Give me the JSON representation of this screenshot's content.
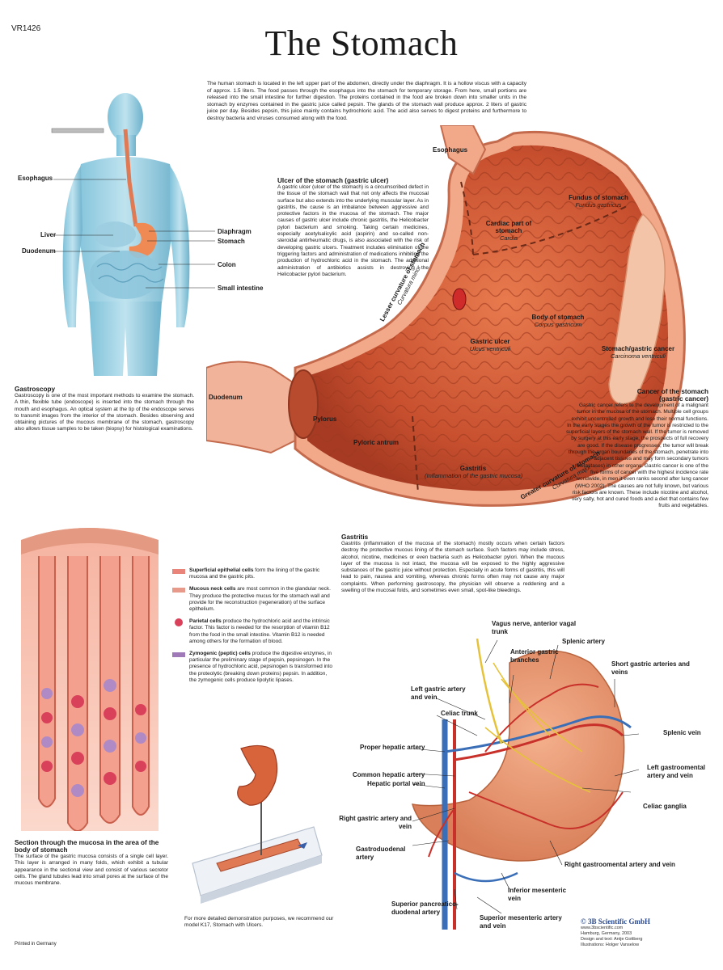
{
  "header": {
    "code": "VR1426",
    "title": "The Stomach",
    "intro": "The human stomach is located in the left upper part of the abdomen, directly under the diaphragm. It is a hollow viscus with a capacity of approx. 1.5 liters. The food passes through the esophagus into the stomach for temporary storage. From here, small portions are released into the small intestine for further digestion. The proteins contained in the food are broken down into smaller units in the stomach by enzymes contained in the gastric juice called pepsin. The glands of the stomach wall produce approx. 2 liters of gastric juice per day. Besides pepsin, this juice mainly contains hydrochloric acid. The acid also serves to digest proteins and furthermore to destroy bacteria and viruses consumed along with the food."
  },
  "body_figure": {
    "labels": {
      "esophagus": "Esophagus",
      "liver": "Liver",
      "duodenum": "Duodenum",
      "diaphragm": "Diaphragm",
      "stomach": "Stomach",
      "colon": "Colon",
      "small_intestine": "Small intestine"
    }
  },
  "gastroscopy": {
    "heading": "Gastroscopy",
    "text": "Gastroscopy is one of the most important methods to examine the stomach. A thin, flexible tube (endoscope) is inserted into the stomach through the mouth and esophagus. An optical system at the tip of the endoscope serves to transmit images from the interior of the stomach. Besides observing and obtaining pictures of the mucous membrane of the stomach, gastroscopy also allows tissue samples to be taken (biopsy) for histological examinations."
  },
  "ulcer": {
    "heading": "Ulcer of the stomach (gastric ulcer)",
    "text": "A gastric ulcer (ulcer of the stomach) is a circumscribed defect in the tissue of the stomach wall that not only affects the mucosal surface but also extends into the underlying muscular layer. As in gastritis, the cause is an imbalance between aggressive and protective factors in the mucosa of the stomach. The major causes of gastric ulcer include chronic gastritis, the Helicobacter pylori bacterium and smoking. Taking certain medicines, especially acetylsalicylic acid (aspirin) and so-called non-steroidal antirheumatic drugs, is also associated with the risk of developing gastric ulcers. Treatment includes elimination of the triggering factors and administration of medications inhibiting the production of hydrochloric acid in the stomach. The additional administration of antibiotics assists in destroying the Helicobacter pylori bacterium."
  },
  "main_stomach": {
    "esophagus": "Esophagus",
    "fundus": "Fundus of stomach",
    "fundus_lat": "Fundus gastricus",
    "cardiac": "Cardiac part of stomach",
    "cardiac_lat": "Cardia",
    "lesser_curv": "Lesser curvature of stomach",
    "lesser_curv_lat": "Curvatura minor",
    "body": "Body of stomach",
    "body_lat": "Corpus gastricum",
    "ulcer": "Gastric ulcer",
    "ulcer_lat": "Ulcus ventriculi",
    "cancer": "Stomach/gastric cancer",
    "cancer_lat": "Carcinoma ventriculi",
    "duodenum": "Duodenum",
    "pylorus": "Pylorus",
    "antrum": "Pyloric antrum",
    "gastritis": "Gastritis",
    "gastritis_lat": "(Inflammation of the gastric mucosa)",
    "greater_curv": "Greater curvature of stomach",
    "greater_curv_lat": "Curvatura major"
  },
  "cancer": {
    "heading": "Cancer of the stomach (gastric cancer)",
    "text": "Gastric cancer refers to the development of a malignant tumor in the mucosa of the stomach. Multiple cell groups exhibit uncontrolled growth and lose their normal functions. In the early stages the growth of the tumor is restricted to the superficial layers of the stomach wall. If the tumor is removed by surgery at this early stage, the prospects of full recovery are good. If the disease progresses, the tumor will break through the organ boundaries of the stomach, penetrate into adjacent tissues and may form secondary tumors (metastases) in other organs. Gastric cancer is one of the five forms of cancer with the highest incidence rate worldwide, in men it even ranks second after lung cancer (WHO 2002). The causes are not fully known, but various risk factors are known. These include nicotine and alcohol, very salty, hot and cured foods and a diet that contains few fruits and vegetables."
  },
  "gastritis": {
    "heading": "Gastritis",
    "text": "Gastritis (inflammation of the mucosa of the stomach) mostly occurs when certain factors destroy the protective mucous lining of the stomach surface. Such factors may include stress, alcohol, nicotine, medicines or even bacteria such as Helicobacter pylori. When the mucous layer of the mucosa is not intact, the mucosa will be exposed to the highly aggressive substances of the gastric juice without protection. Especially in acute forms of gastritis, this will lead to pain, nausea and vomiting, whereas chronic forms often may not cause any major complaints. When performing gastroscopy, the physician will observe a reddening and a swelling of the mucosal folds, and sometimes even small, spot-like bleedings."
  },
  "cells": [
    {
      "name": "Superficial epithelial cells",
      "text": " form the lining of the gastric mucosa and the gastric pits.",
      "color": "#e8847a"
    },
    {
      "name": "Mucous neck cells",
      "text": " are most common in the glandular neck. They produce the protective mucus for the stomach wall and provide for the reconstruction (regeneration) of the surface epithelium.",
      "color": "#e89a8a"
    },
    {
      "name": "Parietal cells",
      "text": " produce the hydrochloric acid and the intrinsic factor. This factor is needed for the resorption of vitamin B12 from the food in the small intestine. Vitamin B12 is needed among others for the formation of blood.",
      "color": "#d9405a"
    },
    {
      "name": "Zymogenic (peptic) cells",
      "text": " produce the digestive enzymes, in particular the preliminary stage of pepsin, pepsinogen. In the presence of hydrochloric acid, pepsinogen is transformed into the proteolytic (breaking down proteins) pepsin. In addition, the zymogenic cells produce lipolytic lipases.",
      "color": "#a07ab8"
    }
  ],
  "mucosa": {
    "heading": "Section through the mucosa in the area of the body of stomach",
    "text": "The surface of the gastric mucosa consists of a single cell layer. This layer is arranged in many folds, which exhibit a tubular appearance in the sectional view and consist of various secretor cells. The gland tubules lead into small pores at the surface of the mucous membrane."
  },
  "model_note": "For more detailed demonstration purposes, we recommend our model K17, Stomach with Ulcers.",
  "printed": "Printed in Germany",
  "vessels": {
    "vagus": "Vagus nerve, anterior vagal trunk",
    "anterior_gastric": "Anterior gastric branches",
    "splenic_artery": "Splenic artery",
    "short_gastric": "Short gastric arteries and veins",
    "left_gastric": "Left gastric artery and vein",
    "celiac_trunk": "Celiac trunk",
    "splenic_vein": "Splenic vein",
    "proper_hepatic": "Proper hepatic artery",
    "common_hepatic": "Common hepatic artery",
    "hepatic_portal": "Hepatic portal vein",
    "left_gastroomental": "Left gastroomental artery and vein",
    "celiac_ganglia": "Celiac ganglia",
    "right_gastric": "Right gastric artery and vein",
    "gastroduodenal": "Gastroduodenal artery",
    "right_gastroomental": "Right gastroomental artery and vein",
    "inferior_mesenteric": "Inferior mesenteric vein",
    "sup_pancreatico": "Superior pancreatico-duodenal artery",
    "sup_mesenteric": "Superior mesenteric artery and vein"
  },
  "publisher": {
    "logo": "© 3B Scientific GmbH",
    "url": "www.3bscientific.com",
    "place": "Hamburg, Germany, 2003",
    "design": "Design and text: Antje Gottberg",
    "illustrations": "Illustrations: Holger Vanselow"
  }
}
